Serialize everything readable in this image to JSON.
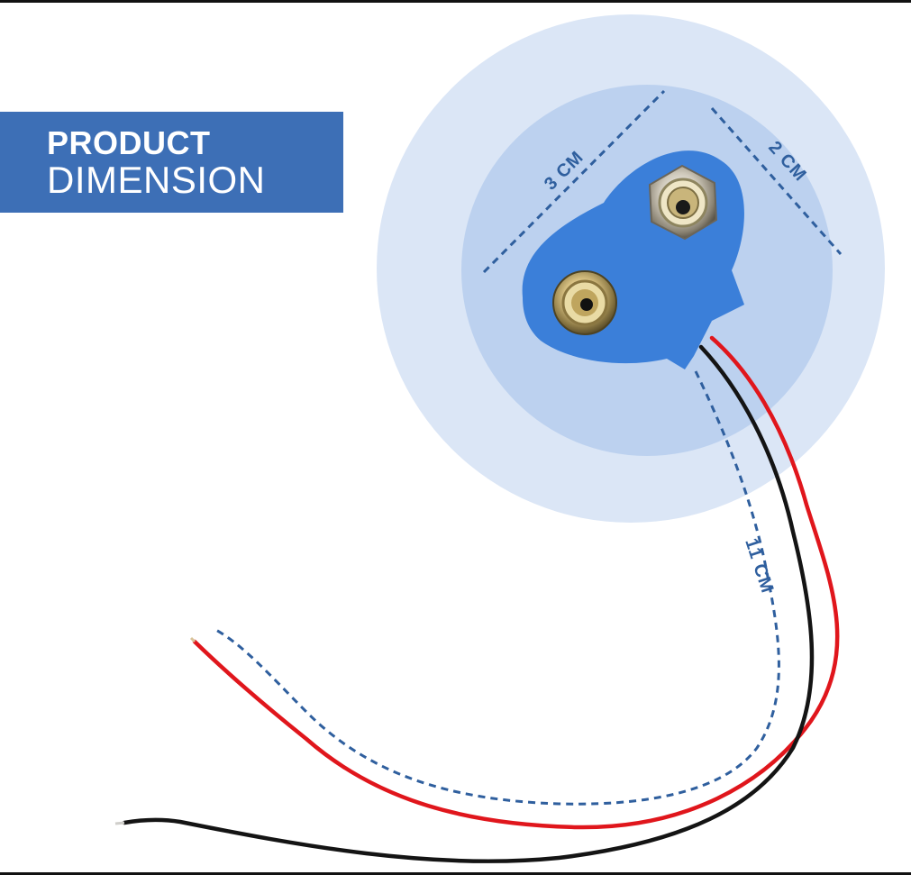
{
  "banner": {
    "line1": "PRODUCT",
    "line2": "DIMENSION"
  },
  "dimensions": {
    "width_label": "3 CM",
    "depth_label": "2 CM",
    "wire_label": "11 CM"
  },
  "colors": {
    "banner": "#3d6fb6",
    "outer_circle": "#dbe6f6",
    "inner_circle": "#bcd1ef",
    "snap_body": "#3b7fd9",
    "dim_line": "#2f5f9e",
    "red_wire": "#e0161c",
    "black_wire": "#141414"
  }
}
